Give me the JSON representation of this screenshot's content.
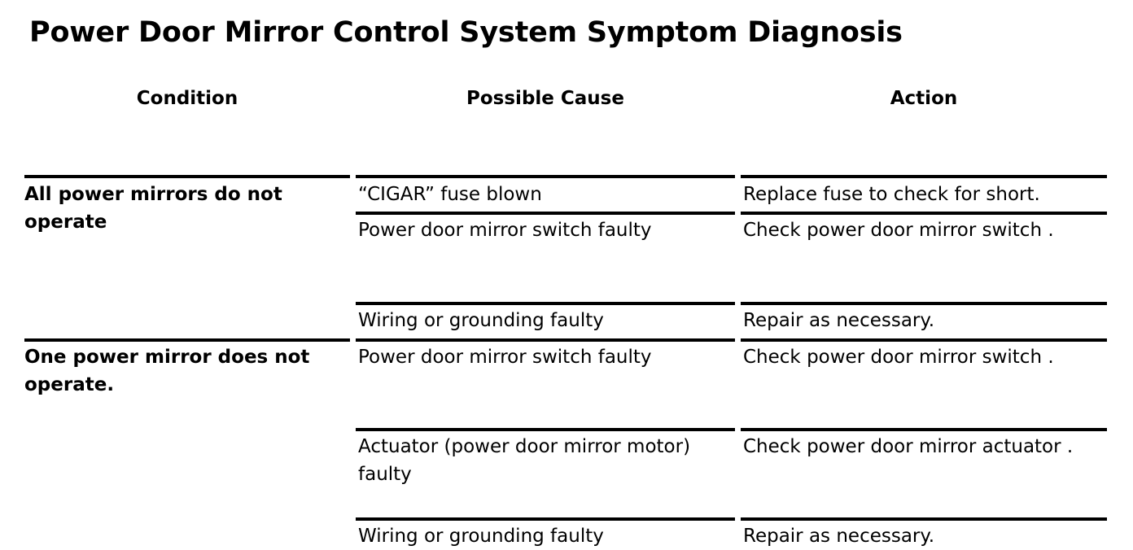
{
  "document": {
    "title": "Power Door Mirror Control System Symptom Diagnosis"
  },
  "table": {
    "headers": {
      "condition": "Condition",
      "possible_cause": "Possible Cause",
      "action": "Action"
    },
    "groups": [
      {
        "condition": "All power mirrors do not operate",
        "rows": [
          {
            "possible_cause": "“CIGAR” fuse blown",
            "action": "Replace fuse to check for short."
          },
          {
            "possible_cause": "Power door mirror switch faulty",
            "action": "Check power door mirror switch ."
          },
          {
            "possible_cause": "Wiring or grounding faulty",
            "action": "Repair as necessary."
          }
        ]
      },
      {
        "condition": "One power mirror does not operate.",
        "rows": [
          {
            "possible_cause": "Power door mirror switch faulty",
            "action": "Check power door mirror switch ."
          },
          {
            "possible_cause": "Actuator (power door mirror motor) faulty",
            "action": "Check power door mirror actuator ."
          },
          {
            "possible_cause": "Wiring or grounding faulty",
            "action": "Repair as necessary."
          }
        ]
      }
    ]
  },
  "colors": {
    "text": "#000000",
    "background": "#ffffff",
    "rule": "#000000"
  }
}
